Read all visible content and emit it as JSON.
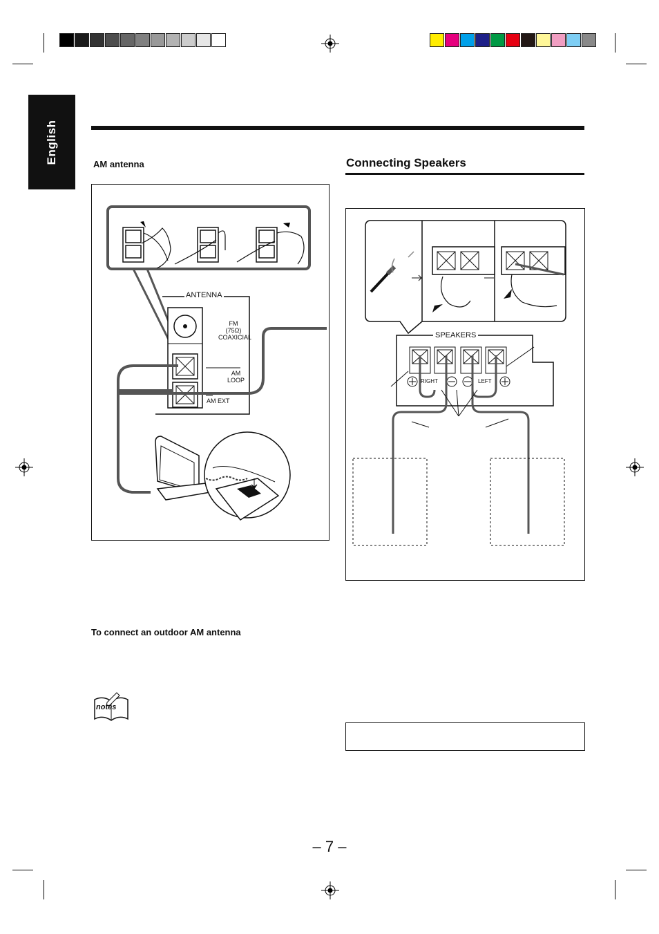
{
  "side_tab": {
    "label": "English"
  },
  "left": {
    "am_antenna_heading": "AM antenna",
    "outdoor_heading": "To connect an outdoor AM antenna",
    "notes_icon": "notes-icon",
    "notes_label": "notes"
  },
  "right": {
    "heading": "Connecting Speakers"
  },
  "antenna_diagram": {
    "antenna_label": "ANTENNA",
    "fm_label": "FM",
    "ohm_label": "(75Ω)",
    "coax_label": "COAXICIAL",
    "am_loop_label_1": "AM",
    "am_loop_label_2": "LOOP",
    "am_ext_label": "AM EXT"
  },
  "speaker_diagram": {
    "speakers_label": "SPEAKERS",
    "right_label": "RIGHT",
    "left_label": "LEFT"
  },
  "page": {
    "number": "– 7 –"
  },
  "colors": {
    "gray_bar": [
      "#000000",
      "#1a1a1a",
      "#333333",
      "#4d4d4d",
      "#666666",
      "#808080",
      "#999999",
      "#b3b3b3",
      "#cccccc",
      "#e6e6e6",
      "#ffffff"
    ],
    "color_bar": [
      "#ffec00",
      "#e6007e",
      "#00a0e9",
      "#1d2088",
      "#009944",
      "#e60012",
      "#231815",
      "#fff799",
      "#f19ec2",
      "#7ecef4",
      "#898989"
    ]
  }
}
